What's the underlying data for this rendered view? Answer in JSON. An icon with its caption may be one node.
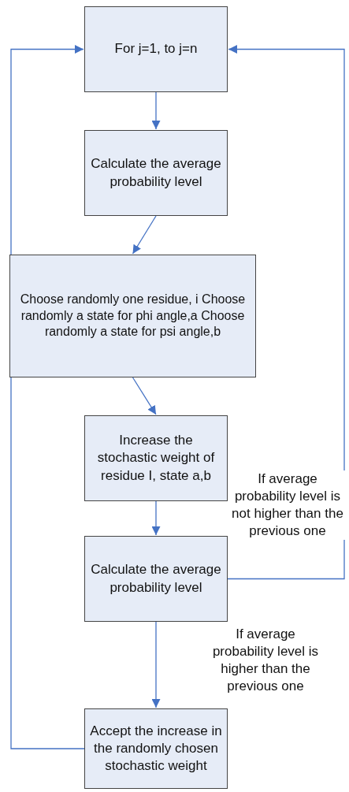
{
  "diagram": {
    "nodes": [
      {
        "text": [
          "For j=1, to j=n"
        ]
      },
      {
        "text": [
          "Calculate the average probability level"
        ]
      },
      {
        "text": [
          "Choose randomly one residue, i Choose randomly a state for phi angle,a Choose randomly a state for psi angle,b"
        ]
      },
      {
        "text": [
          "Increase the stochastic weight of residue I, state a,b"
        ]
      },
      {
        "text": [
          "Calculate the average probability level"
        ]
      },
      {
        "text": [
          "Accept the increase in the randomly chosen stochastic weight"
        ]
      }
    ],
    "edges": [
      {
        "from": 0,
        "to": 1,
        "arrow": "to"
      },
      {
        "from": 1,
        "to": 2,
        "arrow": "to"
      },
      {
        "from": 2,
        "to": 3,
        "arrow": "to"
      },
      {
        "from": 3,
        "to": 4,
        "arrow": "to"
      },
      {
        "from": 4,
        "to": 5,
        "arrow": "to",
        "label": "If average probability level is higher than the previous one"
      },
      {
        "from": 5,
        "to": 0,
        "arrow": "to"
      },
      {
        "from": 4,
        "to": 0,
        "arrow": "to",
        "label": "If average probability level is not higher than the previous one"
      }
    ]
  }
}
